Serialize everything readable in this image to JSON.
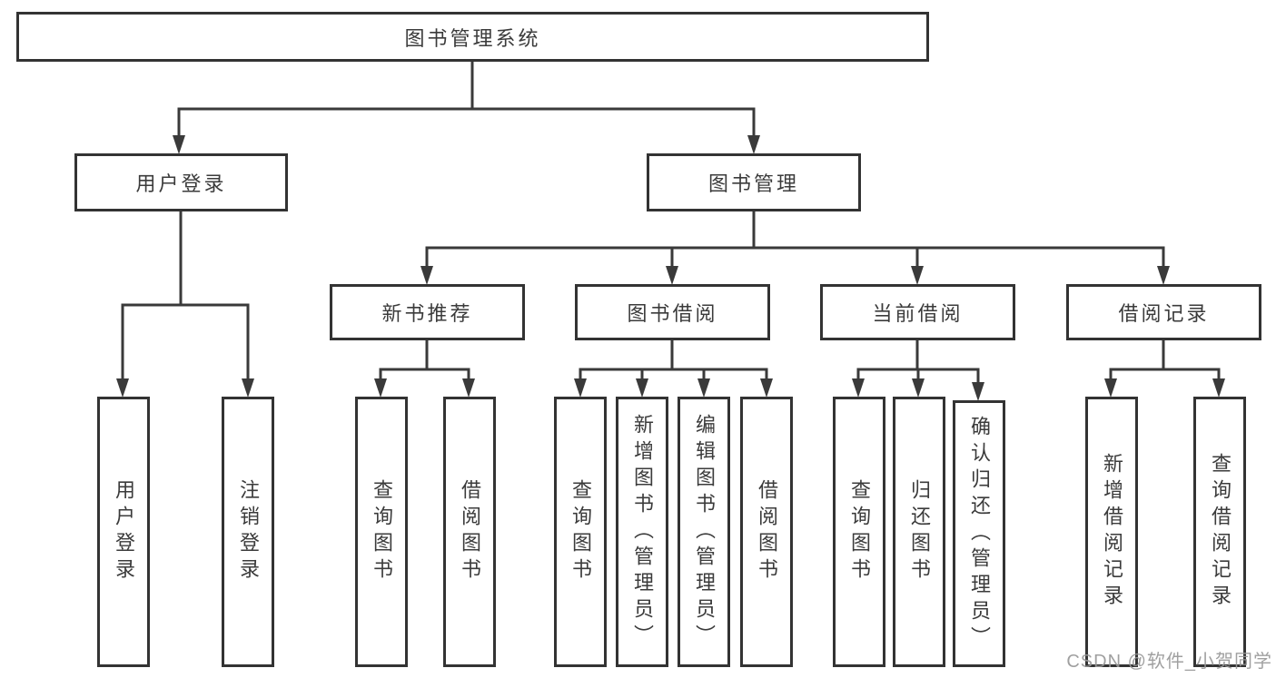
{
  "diagram": {
    "root": {
      "label": "图书管理系统"
    },
    "level2": [
      {
        "label": "用户登录"
      },
      {
        "label": "图书管理"
      }
    ],
    "level3": [
      {
        "label": "新书推荐"
      },
      {
        "label": "图书借阅"
      },
      {
        "label": "当前借阅"
      },
      {
        "label": "借阅记录"
      }
    ],
    "leaves": {
      "user_login": [
        {
          "label": "用户登录"
        },
        {
          "label": "注销登录"
        }
      ],
      "new_book": [
        {
          "label": "查询图书"
        },
        {
          "label": "借阅图书"
        }
      ],
      "book_borrow": [
        {
          "label": "查询图书"
        },
        {
          "label": "新增图书（管理员）"
        },
        {
          "label": "编辑图书（管理员）"
        },
        {
          "label": "借阅图书"
        }
      ],
      "current_borrow": [
        {
          "label": "查询图书"
        },
        {
          "label": "归还图书"
        },
        {
          "label": "确认归还（管理员）"
        }
      ],
      "borrow_record": [
        {
          "label": "新增借阅记录"
        },
        {
          "label": "查询借阅记录"
        }
      ]
    },
    "colors": {
      "line": "#3a3a3a",
      "box_border": "#333333",
      "text": "#3b3b3b",
      "background": "#ffffff",
      "watermark": "#989898"
    }
  },
  "watermark": {
    "text": "CSDN @软件_小贺同学"
  }
}
